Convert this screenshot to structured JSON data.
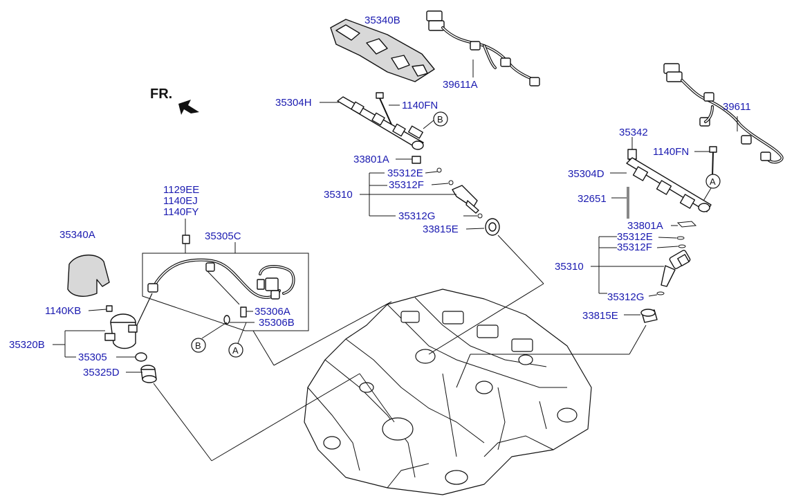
{
  "orientation": {
    "label": "FR."
  },
  "labels": {
    "fuel_rail_cover_upper": "35340B",
    "harness_upper": "39611A",
    "fuel_rail_left": "35304H",
    "bolt_left": "1140FN",
    "insulator_left": "33801A",
    "seal_e_left": "35312E",
    "seal_f_left": "35312F",
    "injector_left": "35310",
    "seal_g_left": "35312G",
    "injector_seal_left": "33815E",
    "harness_right": "39611",
    "sensor": "35342",
    "bolt_right": "1140FN",
    "fuel_rail_right": "35304D",
    "pin": "32651",
    "insulator_right": "33801A",
    "seal_e_right": "35312E",
    "seal_f_right": "35312F",
    "injector_right": "35310",
    "seal_g_right": "35312G",
    "injector_seal_right": "33815E",
    "bolt_a": "1129EE",
    "bolt_b": "1140EJ",
    "bolt_c": "1140FY",
    "pump_cover": "35340A",
    "fuel_line_assy": "35305C",
    "bolt_pump": "1140KB",
    "gasket_a": "35306A",
    "gasket_b": "35306B",
    "pump": "35320B",
    "o_ring": "35305",
    "pump_seal": "35325D"
  },
  "callouts": {
    "b_upper": "B",
    "a_right": "A",
    "b_lower": "B",
    "a_lower": "A"
  }
}
